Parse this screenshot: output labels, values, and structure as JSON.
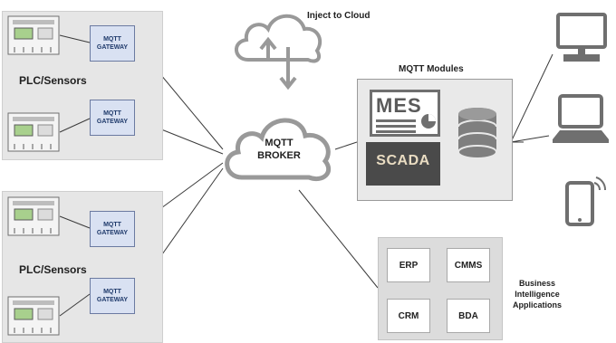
{
  "plc_groups": [
    {
      "label": "PLC/Sensors",
      "gateways": [
        "MQTT\nGATEWAY",
        "MQTT\nGATEWAY"
      ]
    },
    {
      "label": "PLC/Sensors",
      "gateways": [
        "MQTT\nGATEWAY",
        "MQTT\nGATEWAY"
      ]
    }
  ],
  "gateway_line1": "MQTT",
  "gateway_line2": "GATEWAY",
  "cloud_label": "Inject to Cloud",
  "broker": {
    "line1": "MQTT",
    "line2": "BROKER"
  },
  "modules": {
    "title": "MQTT Modules",
    "mes_label": "MES",
    "scada_label": "SCADA"
  },
  "apps": {
    "erp": "ERP",
    "cmms": "CMMS",
    "crm": "CRM",
    "bda": "BDA",
    "caption_line1": "Business",
    "caption_line2": "Intelligence",
    "caption_line3": "Applications"
  },
  "colors": {
    "panel": "#e6e6e6",
    "gateway_fill": "#d9e1f2",
    "cloud_stroke": "#999999",
    "line": "#333333"
  }
}
